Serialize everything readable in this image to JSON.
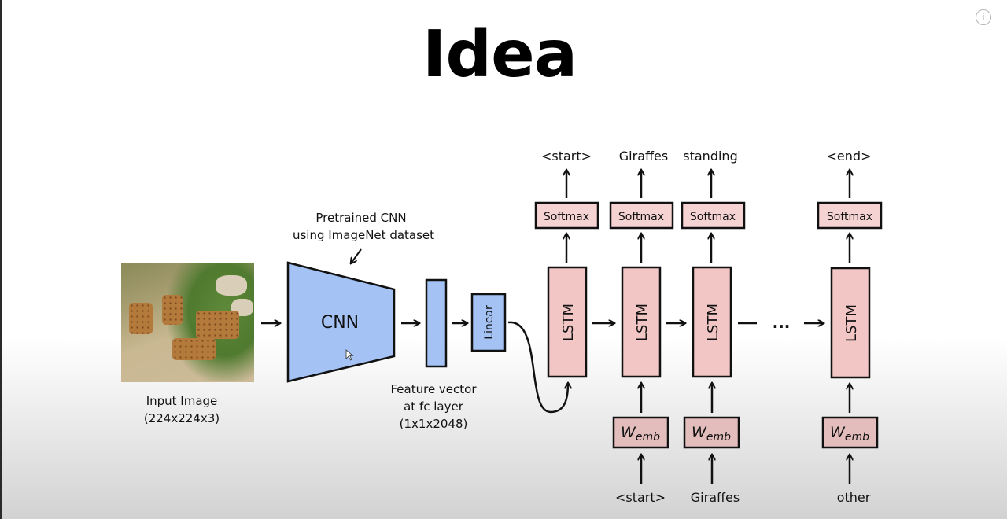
{
  "slide": {
    "title": "Idea",
    "info_icon": "info-icon"
  },
  "diagram": {
    "input_image_label_1": "Input Image",
    "input_image_label_2": "(224x224x3)",
    "cnn_note_1": "Pretrained CNN",
    "cnn_note_2": "using ImageNet dataset",
    "cnn_label": "CNN",
    "feature_label_1": "Feature vector",
    "feature_label_2": "at fc layer",
    "feature_label_3": "(1x1x2048)",
    "linear_label": "Linear",
    "lstm_label": "LSTM",
    "softmax_label": "Softmax",
    "wemb_main": "W",
    "wemb_sub": "emb",
    "ellipsis": "...",
    "outputs": [
      "<start>",
      "Giraffes",
      "standing",
      "<end>"
    ],
    "inputs": [
      "<start>",
      "Giraffes",
      "other"
    ]
  },
  "colors": {
    "cnn_fill": "#a4c2f4",
    "lstm_fill": "#f3c6c6",
    "softmax_fill": "#f6d3d3",
    "wemb_fill": "#e3bcbc",
    "stroke": "#111111"
  }
}
